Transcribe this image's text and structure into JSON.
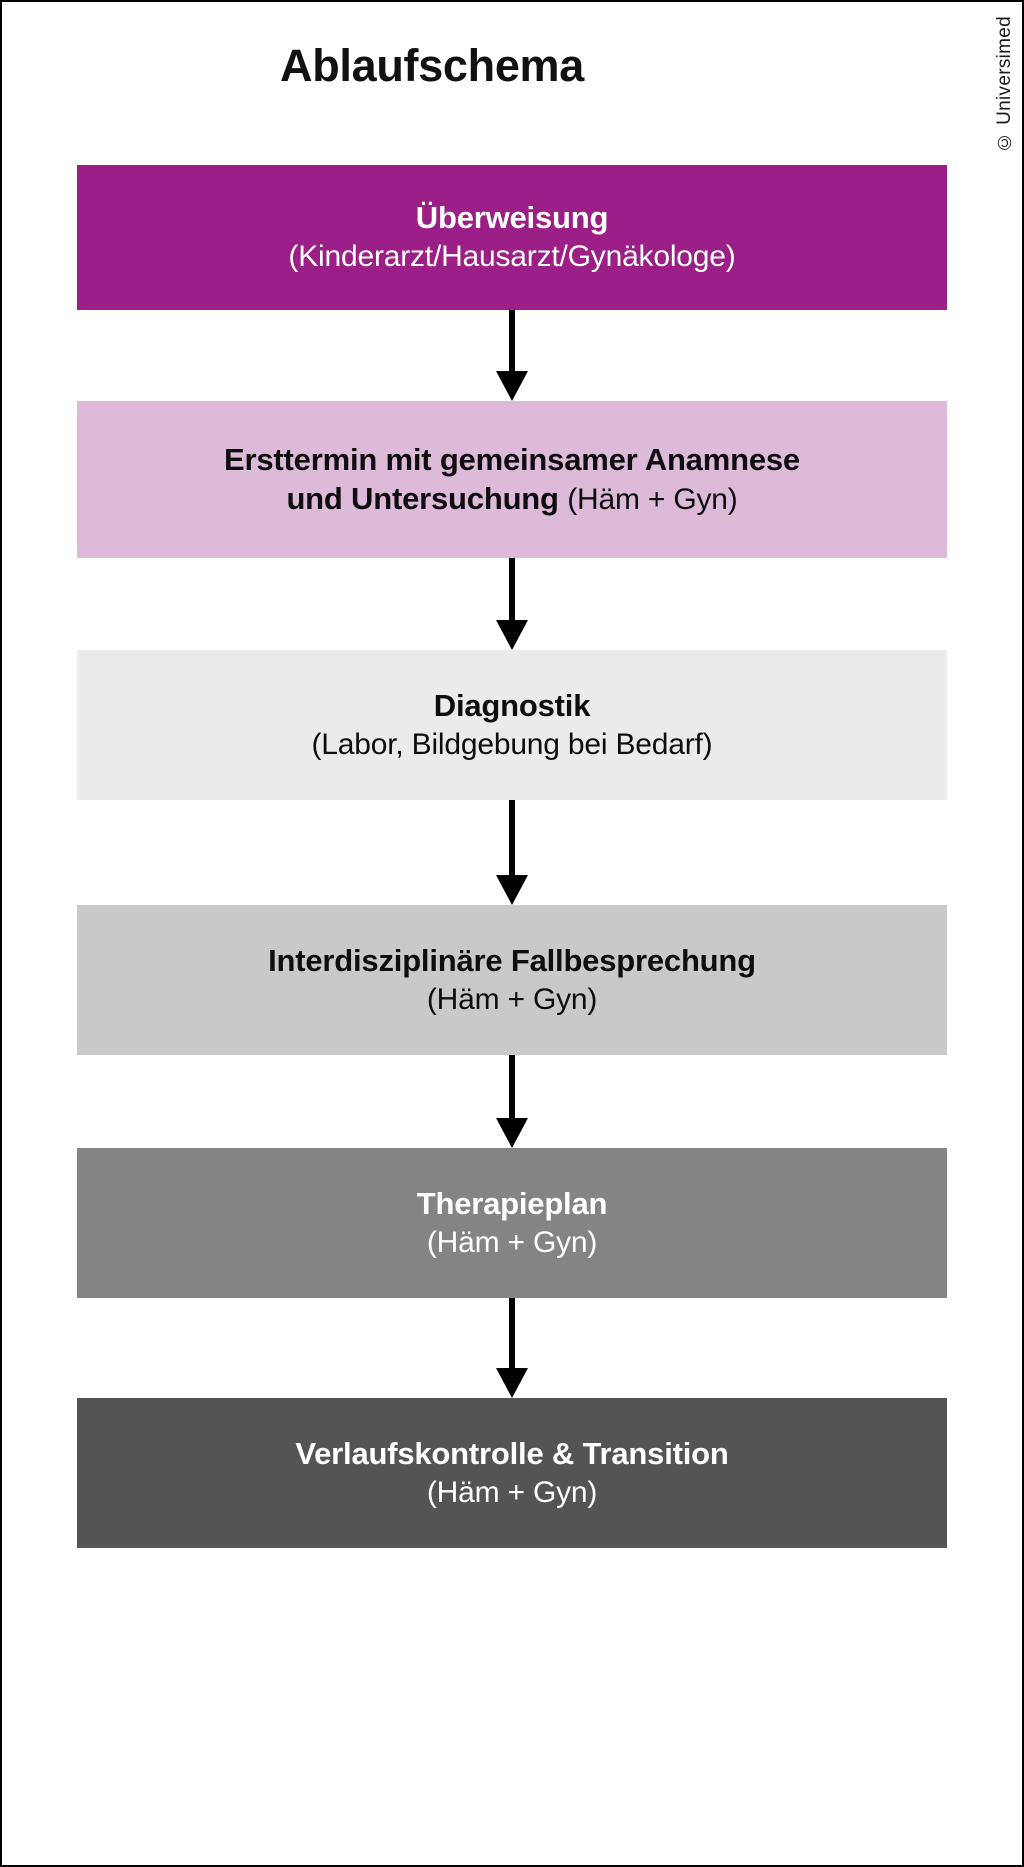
{
  "title": "Ablaufschema",
  "copyright": "© Universimed",
  "colors": {
    "referral": "#9B1F86",
    "first_visit": "#DDB9DA",
    "diagnostics": "#EBEBEB",
    "case_conference": "#C9C9C9",
    "therapy_plan": "#848484",
    "follow_up": "#545454",
    "arrow": "#000000",
    "page_background": "#FFFFFF"
  },
  "chart_data": {
    "type": "diagram",
    "title": "Ablaufschema",
    "orientation": "vertical",
    "node_count": 6,
    "arrow_count": 5,
    "nodes": [
      {
        "id": "referral",
        "line1": "Überweisung",
        "line2": "(Kinderarzt/Hausarzt/Gynäkologe)",
        "fill": "#9B1F86",
        "text_color": "#FFFFFF"
      },
      {
        "id": "first-visit",
        "line1": "Ersttermin mit gemeinsamer Anamnese",
        "line2_bold": "und Untersuchung",
        "line2_regular": "(Häm + Gyn)",
        "fill": "#DDB9DA",
        "text_color": "#0E0E0E"
      },
      {
        "id": "diagnostics",
        "line1": "Diagnostik",
        "line2": "(Labor, Bildgebung bei Bedarf)",
        "fill": "#EBEBEB",
        "text_color": "#0E0E0E"
      },
      {
        "id": "case-conference",
        "line1": "Interdisziplinäre Fallbesprechung",
        "line2": "(Häm + Gyn)",
        "fill": "#C9C9C9",
        "text_color": "#0E0E0E"
      },
      {
        "id": "therapy-plan",
        "line1": "Therapieplan",
        "line2": "(Häm + Gyn)",
        "fill": "#848484",
        "text_color": "#FFFFFF"
      },
      {
        "id": "follow-up",
        "line1": "Verlaufskontrolle & Transition",
        "line2": "(Häm + Gyn)",
        "fill": "#545454",
        "text_color": "#FFFFFF"
      }
    ],
    "edges": [
      {
        "from": "referral",
        "to": "first-visit",
        "style": "arrow-down"
      },
      {
        "from": "first-visit",
        "to": "diagnostics",
        "style": "arrow-down"
      },
      {
        "from": "diagnostics",
        "to": "case-conference",
        "style": "arrow-down"
      },
      {
        "from": "case-conference",
        "to": "therapy-plan",
        "style": "arrow-down"
      },
      {
        "from": "therapy-plan",
        "to": "follow-up",
        "style": "arrow-down"
      }
    ]
  }
}
